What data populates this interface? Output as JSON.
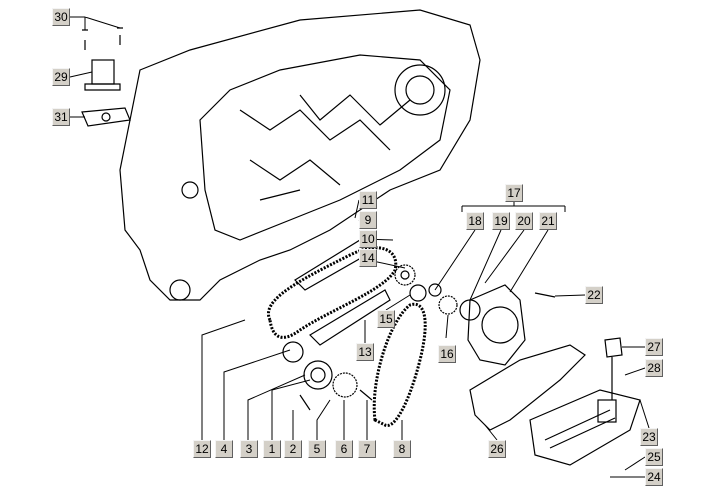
{
  "diagram": {
    "callouts": [
      "30",
      "29",
      "31",
      "11",
      "9",
      "10",
      "14",
      "17",
      "18",
      "19",
      "20",
      "21",
      "22",
      "15",
      "16",
      "13",
      "27",
      "28",
      "23",
      "25",
      "24",
      "26",
      "12",
      "4",
      "3",
      "1",
      "2",
      "5",
      "6",
      "7",
      "8"
    ]
  },
  "colors": {
    "line": "#000000",
    "label_bg": "#d4d0c8"
  }
}
